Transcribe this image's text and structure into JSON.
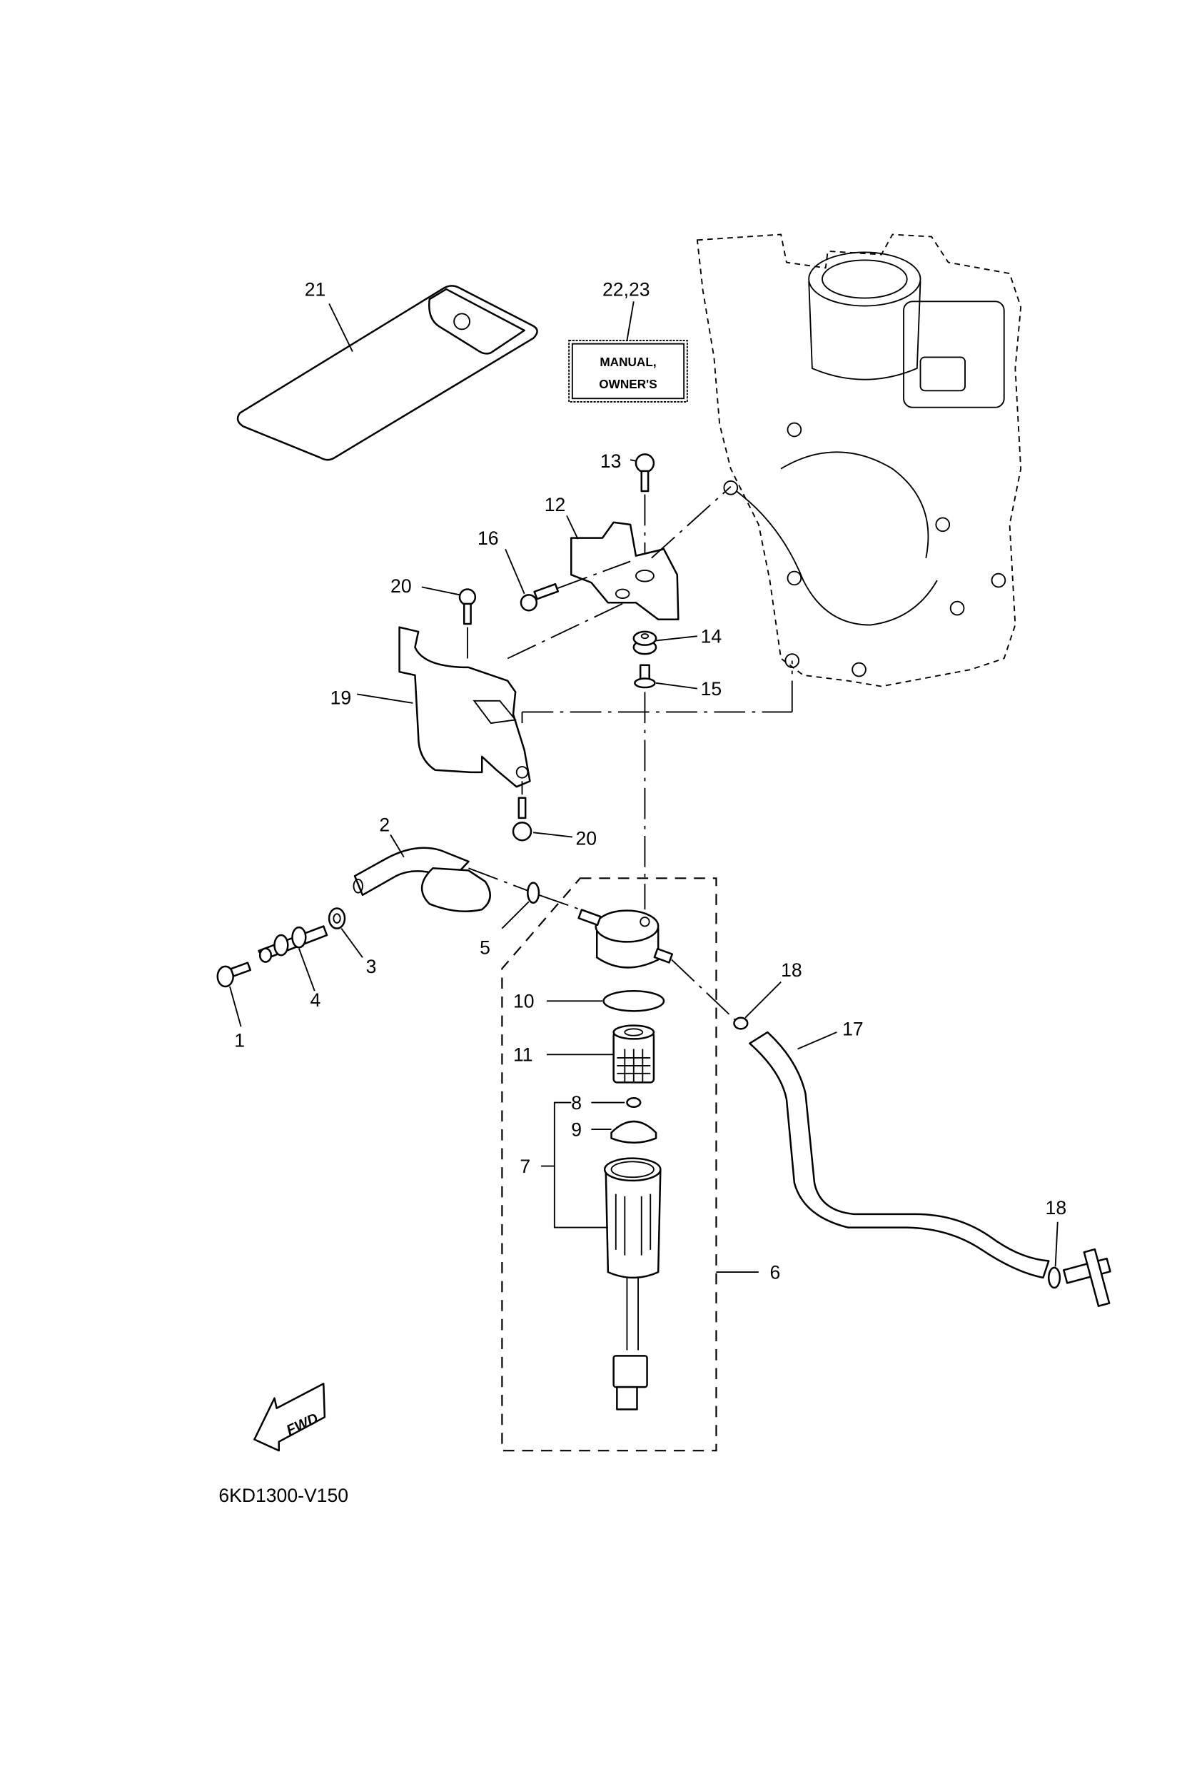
{
  "diagram": {
    "type": "exploded parts diagram",
    "drawing_code": "6KD1300-V150",
    "direction_indicator": "FWD",
    "manual_card": {
      "line1": "MANUAL,",
      "line2": "OWNER'S"
    },
    "callouts": [
      {
        "id": "c1",
        "label": "1"
      },
      {
        "id": "c2",
        "label": "2"
      },
      {
        "id": "c3",
        "label": "3"
      },
      {
        "id": "c4",
        "label": "4"
      },
      {
        "id": "c5",
        "label": "5"
      },
      {
        "id": "c6",
        "label": "6"
      },
      {
        "id": "c7",
        "label": "7"
      },
      {
        "id": "c8",
        "label": "8"
      },
      {
        "id": "c9",
        "label": "9"
      },
      {
        "id": "c10",
        "label": "10"
      },
      {
        "id": "c11",
        "label": "11"
      },
      {
        "id": "c12",
        "label": "12"
      },
      {
        "id": "c13",
        "label": "13"
      },
      {
        "id": "c14",
        "label": "14"
      },
      {
        "id": "c15",
        "label": "15"
      },
      {
        "id": "c16",
        "label": "16"
      },
      {
        "id": "c17",
        "label": "17"
      },
      {
        "id": "c18a",
        "label": "18"
      },
      {
        "id": "c18b",
        "label": "18"
      },
      {
        "id": "c19",
        "label": "19"
      },
      {
        "id": "c20a",
        "label": "20"
      },
      {
        "id": "c20b",
        "label": "20"
      },
      {
        "id": "c21",
        "label": "21"
      },
      {
        "id": "c2223",
        "label": "22,23"
      }
    ]
  }
}
